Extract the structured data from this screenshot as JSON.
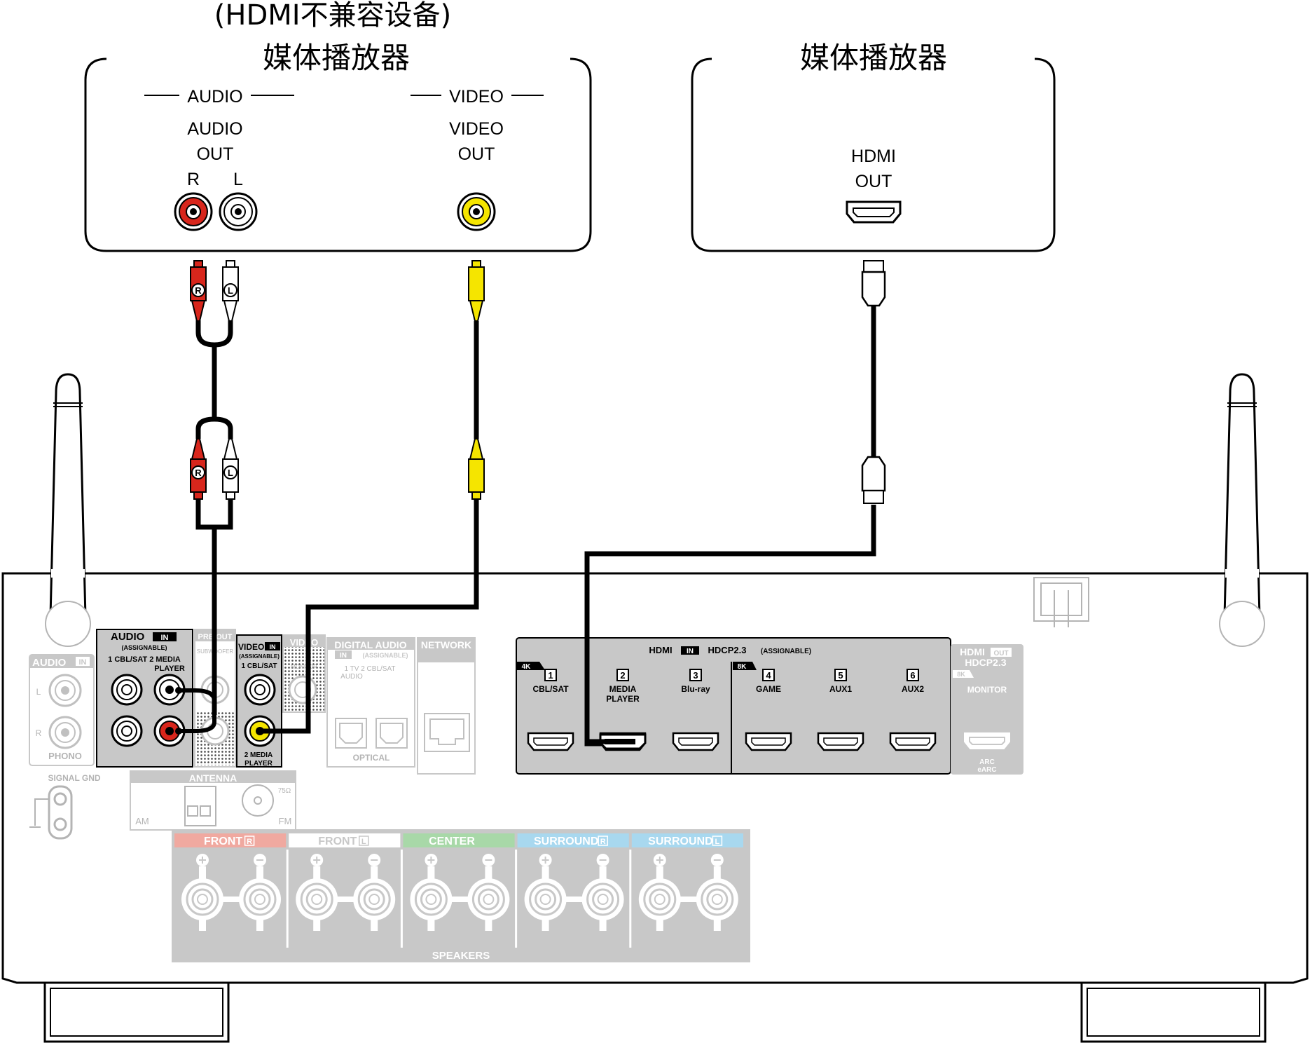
{
  "device_left": {
    "title_line1": "(HDMI不兼容设备)",
    "title_line2": "媒体播放器",
    "group_audio": "AUDIO",
    "group_video": "VIDEO",
    "audio_out_line1": "AUDIO",
    "audio_out_line2": "OUT",
    "channel_r": "R",
    "channel_l": "L",
    "video_out_line1": "VIDEO",
    "video_out_line2": "OUT"
  },
  "device_right": {
    "title": "媒体播放器",
    "hdmi_out_line1": "HDMI",
    "hdmi_out_line2": "OUT"
  },
  "cables": {
    "plug_r": "R",
    "plug_l": "L"
  },
  "receiver": {
    "audio_in_label": "AUDIO",
    "in_badge": "IN",
    "assignable": "(ASSIGNABLE)",
    "audio_in_inputs": "1 CBL/SAT  2 MEDIA",
    "audio_in_player": "PLAYER",
    "pre_out": "PRE OUT",
    "subwoofer": "SUBWOOFER",
    "video_in_label": "VIDEO",
    "video_in_input1": "1 CBL/SAT",
    "video_in_input2_line1": "2 MEDIA",
    "video_in_input2_line2": "PLAYER",
    "video_out": "VIDEO",
    "monitor_small": "MONITOR",
    "digital_audio": "DIGITAL AUDIO",
    "optical_inputs": "1  TV    2 CBL/SAT",
    "optical_audio": "AUDIO",
    "optical": "OPTICAL",
    "network": "NETWORK",
    "phono_audio": "AUDIO",
    "phono": "PHONO",
    "signal_gnd": "SIGNAL GND",
    "antenna": "ANTENNA",
    "am": "AM",
    "fm": "FM",
    "ohm": "75Ω",
    "hdmi_header": "HDMI",
    "hdcp": "HDCP2.3",
    "hdmi_assignable": "(ASSIGNABLE)",
    "badge_4k": "4K",
    "badge_8k": "8K",
    "hdmi_inputs": [
      {
        "num": "1",
        "line1": "CBL/SAT",
        "line2": ""
      },
      {
        "num": "2",
        "line1": "MEDIA",
        "line2": "PLAYER"
      },
      {
        "num": "3",
        "line1": "Blu-ray",
        "line2": ""
      },
      {
        "num": "4",
        "line1": "GAME",
        "line2": ""
      },
      {
        "num": "5",
        "line1": "AUX1",
        "line2": ""
      },
      {
        "num": "6",
        "line1": "AUX2",
        "line2": ""
      }
    ],
    "hdmi_out": "HDMI",
    "out_badge": "OUT",
    "hdmi_out_hdcp": "HDCP2.3",
    "monitor": "MONITOR",
    "arc": "ARC",
    "earc": "eARC",
    "speakers": "SPEAKERS",
    "speaker_groups": [
      {
        "label": "FRONT",
        "ch": "R",
        "color": "#f0a9a0"
      },
      {
        "label": "FRONT",
        "ch": "L",
        "color": "#ffffff"
      },
      {
        "label": "CENTER",
        "ch": "",
        "color": "#a8d8a8"
      },
      {
        "label": "SURROUND",
        "ch": "R",
        "color": "#a8d8ef"
      },
      {
        "label": "SURROUND",
        "ch": "L",
        "color": "#a8d8ef"
      }
    ]
  },
  "colors": {
    "red": "#d8261c",
    "white": "#ffffff",
    "yellow": "#f5e500",
    "panel_gray": "#c8c8c8",
    "faded_gray": "#b4b4b4"
  }
}
